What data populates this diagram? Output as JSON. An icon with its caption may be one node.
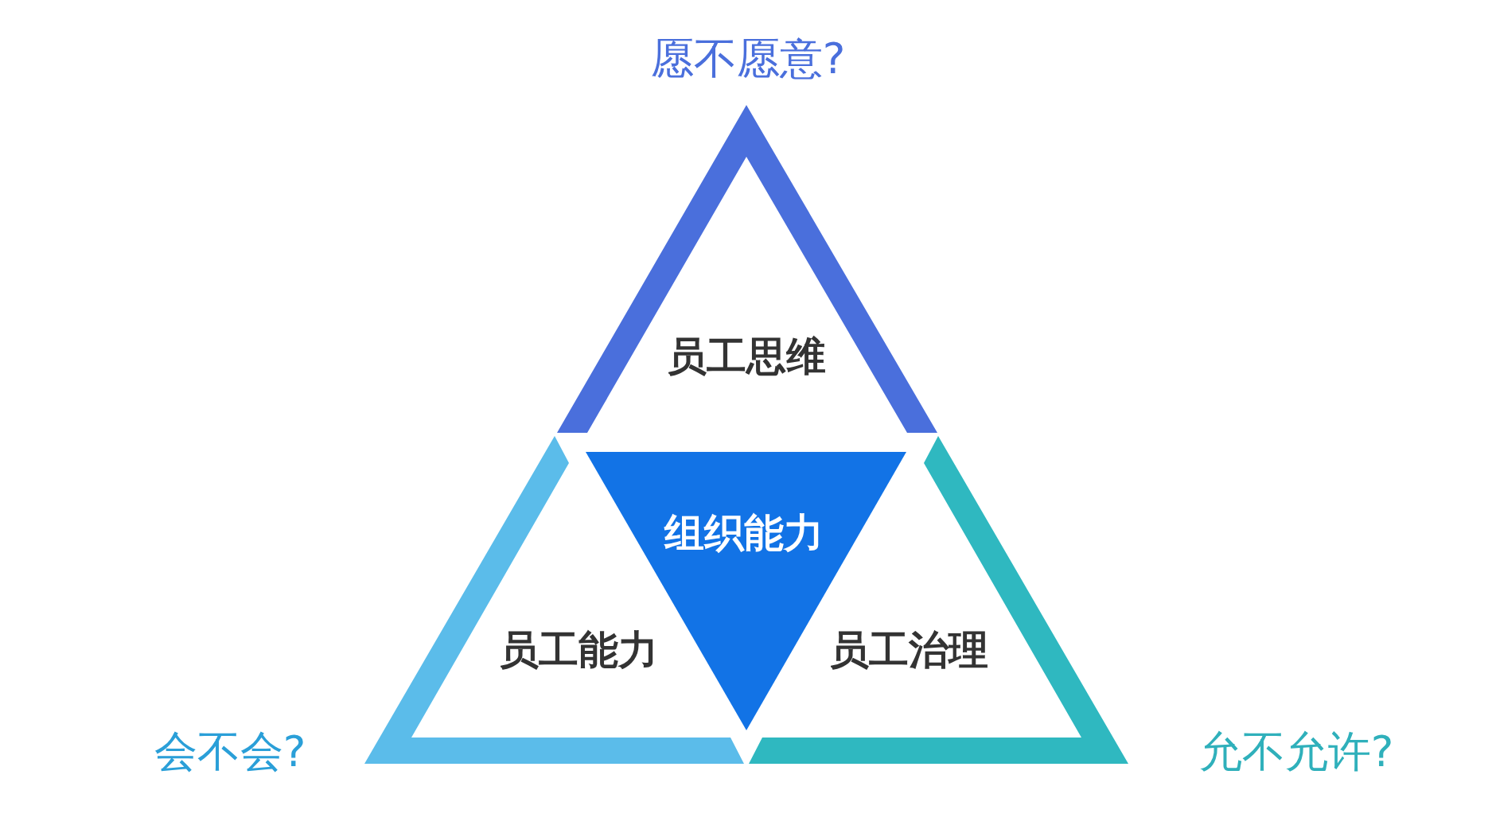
{
  "diagram": {
    "nodes": [
      {
        "text": [
          "员工思维"
        ],
        "beside": [
          "愿不愿意?"
        ]
      },
      {
        "text": [
          "员工能力"
        ],
        "beside": [
          "会不会?"
        ]
      },
      {
        "text": [
          "员工治理"
        ],
        "beside": [
          "允不允许?"
        ]
      },
      {
        "text": [
          "组织能力"
        ]
      }
    ]
  }
}
